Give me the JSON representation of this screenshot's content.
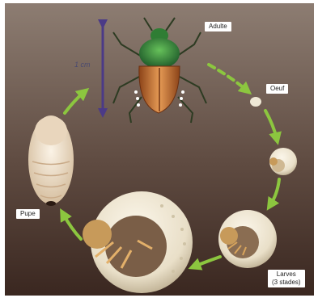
{
  "diagram": {
    "scale_label": "1 cm",
    "stages": {
      "adult": "Adulte",
      "egg": "Oeuf",
      "larvae_line1": "Larves",
      "larvae_line2": "(3 stades)",
      "pupa": "Pupe"
    },
    "colors": {
      "background_top": "#8f7f74",
      "background_bottom": "#3e2b24",
      "arrow_green": "#8cc63f",
      "scale_arrow": "#4b3a87",
      "beetle_green": "#3b8a3e",
      "beetle_copper": "#c5713a",
      "larva_cream": "#f1ead8",
      "larva_head": "#c79a5a"
    }
  }
}
